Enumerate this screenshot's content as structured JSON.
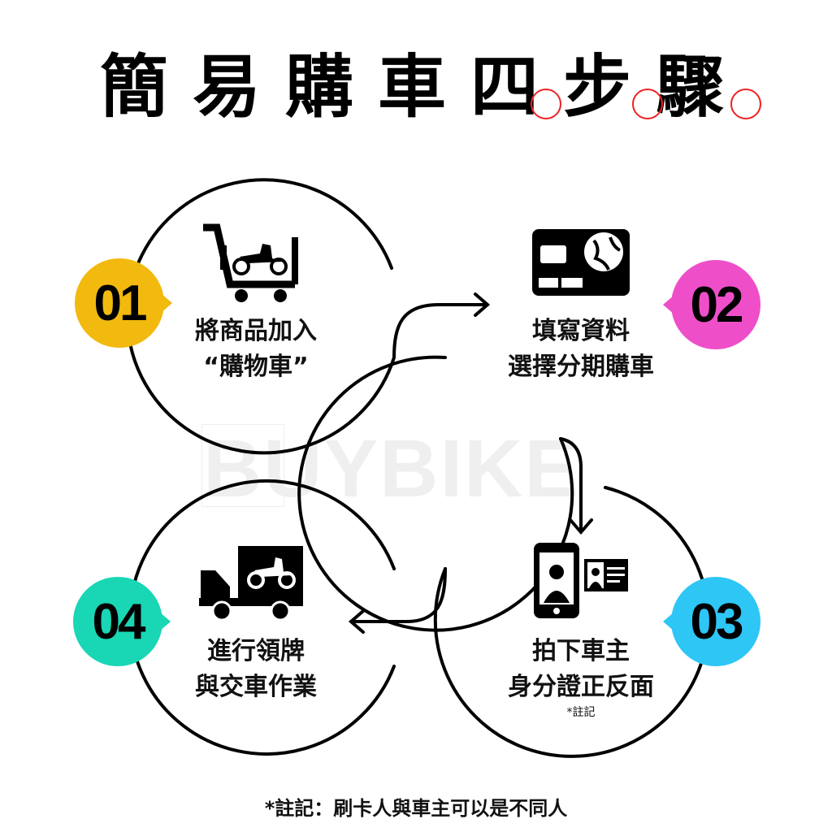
{
  "title": "簡易購車四步驟",
  "watermark": "BUYBIKE",
  "steps": [
    {
      "number": "01",
      "line1": "將商品加入",
      "line2": "“購物車”",
      "color": "#f2b90f",
      "icon": "cart-scooter-icon"
    },
    {
      "number": "02",
      "line1": "填寫資料",
      "line2": "選擇分期購車",
      "color": "#ee4fc9",
      "icon": "credit-card-icon"
    },
    {
      "number": "03",
      "line1": "拍下車主",
      "line2": "身分證正反面",
      "note": "*註記",
      "color": "#2ec6f5",
      "icon": "phone-id-card-icon"
    },
    {
      "number": "04",
      "line1": "進行領牌",
      "line2": "與交車作業",
      "color": "#19d6b5",
      "icon": "delivery-truck-icon"
    }
  ],
  "footer": "*註記：刷卡人與車主可以是不同人"
}
